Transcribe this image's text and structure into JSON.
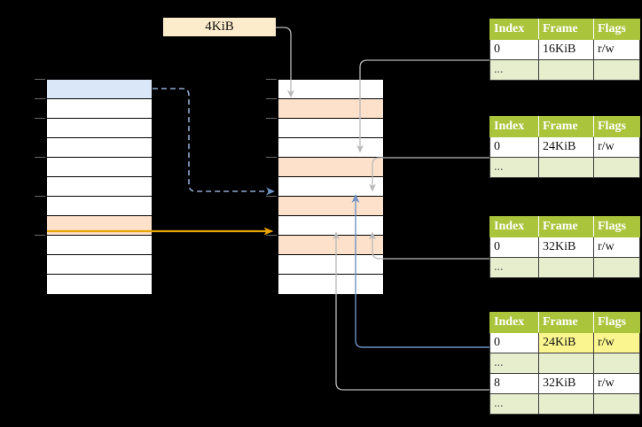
{
  "diagram": {
    "title": "virtual-memory-paging-diagram",
    "page_size_label": {
      "text": "4KiB"
    },
    "colors": {
      "table_header_green": "#aac53c",
      "table_alt_row": "#e7eece",
      "highlight_yellow": "#fbf58f",
      "cell_blue": "#d9e7f8",
      "cell_peach": "#fde1cb",
      "arrow_orange": "#e8a400",
      "arrow_blue": "#6f92c4",
      "arrow_gray": "#b0b0b0",
      "label_cream": "#fdeccb"
    },
    "left_column": {
      "name": "virtual-address-space",
      "rows": [
        {
          "fill": "blue"
        },
        {
          "fill": "white"
        },
        {
          "fill": "white"
        },
        {
          "fill": "white"
        },
        {
          "fill": "white"
        },
        {
          "fill": "white"
        },
        {
          "fill": "white"
        },
        {
          "fill": "peach"
        },
        {
          "fill": "white"
        },
        {
          "fill": "white"
        },
        {
          "fill": "white"
        }
      ]
    },
    "middle_column": {
      "name": "physical-memory",
      "rows": [
        {
          "fill": "white"
        },
        {
          "fill": "peach"
        },
        {
          "fill": "white"
        },
        {
          "fill": "white"
        },
        {
          "fill": "peach"
        },
        {
          "fill": "white"
        },
        {
          "fill": "peach"
        },
        {
          "fill": "white"
        },
        {
          "fill": "peach"
        },
        {
          "fill": "white"
        },
        {
          "fill": "white"
        }
      ]
    },
    "tables": [
      {
        "name": "page-table-1",
        "headers": [
          "Index",
          "Frame",
          "Flags"
        ],
        "rows": [
          {
            "cells": [
              "0",
              "16KiB",
              "r/w"
            ],
            "alt": false,
            "highlight": []
          },
          {
            "cells": [
              "...",
              "",
              ""
            ],
            "alt": true,
            "highlight": []
          }
        ]
      },
      {
        "name": "page-table-2",
        "headers": [
          "Index",
          "Frame",
          "Flags"
        ],
        "rows": [
          {
            "cells": [
              "0",
              "24KiB",
              "r/w"
            ],
            "alt": false,
            "highlight": []
          },
          {
            "cells": [
              "...",
              "",
              ""
            ],
            "alt": true,
            "highlight": []
          }
        ]
      },
      {
        "name": "page-table-3",
        "headers": [
          "Index",
          "Frame",
          "Flags"
        ],
        "rows": [
          {
            "cells": [
              "0",
              "32KiB",
              "r/w"
            ],
            "alt": false,
            "highlight": []
          },
          {
            "cells": [
              "...",
              "",
              ""
            ],
            "alt": true,
            "highlight": []
          }
        ]
      },
      {
        "name": "page-table-4",
        "headers": [
          "Index",
          "Frame",
          "Flags"
        ],
        "rows": [
          {
            "cells": [
              "0",
              "24KiB",
              "r/w"
            ],
            "alt": false,
            "highlight": [
              1,
              2
            ]
          },
          {
            "cells": [
              "...",
              "",
              ""
            ],
            "alt": true,
            "highlight": []
          },
          {
            "cells": [
              "8",
              "32KiB",
              "r/w"
            ],
            "alt": false,
            "highlight": []
          },
          {
            "cells": [
              "...",
              "",
              ""
            ],
            "alt": true,
            "highlight": []
          }
        ]
      }
    ]
  }
}
